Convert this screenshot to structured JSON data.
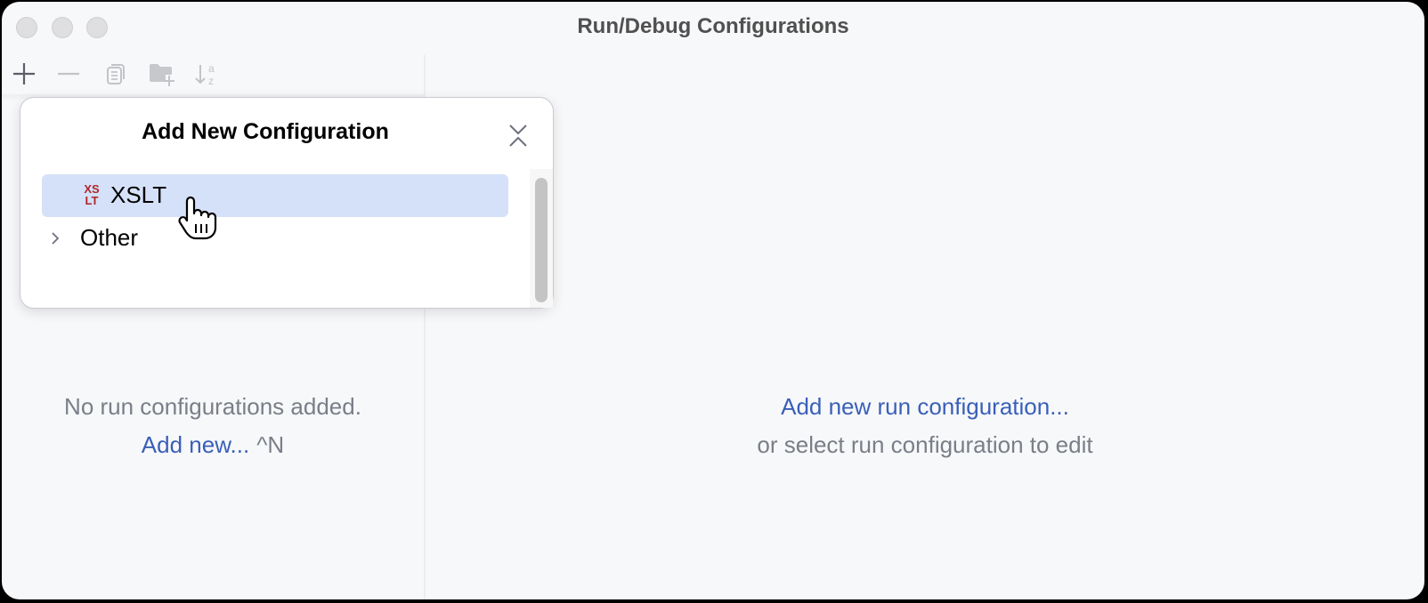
{
  "window": {
    "title": "Run/Debug Configurations"
  },
  "toolbar": {
    "buttons": [
      {
        "name": "add",
        "icon": "plus-icon",
        "enabled": true
      },
      {
        "name": "remove",
        "icon": "minus-icon",
        "enabled": false
      },
      {
        "name": "copy",
        "icon": "copy-icon",
        "enabled": false
      },
      {
        "name": "new-folder",
        "icon": "folder-plus-icon",
        "enabled": false
      },
      {
        "name": "sort",
        "icon": "sort-alpha-icon",
        "enabled": false
      }
    ]
  },
  "popup": {
    "title": "Add New Configuration",
    "items": [
      {
        "label": "XSLT",
        "icon": "xslt-icon",
        "icon_text_top": "XS",
        "icon_text_bottom": "LT",
        "selected": true
      },
      {
        "label": "Other",
        "icon": "chevron-right-icon",
        "expandable": true,
        "selected": false
      }
    ]
  },
  "left_empty": {
    "message": "No run configurations added.",
    "add_link": "Add new...",
    "shortcut": "^N"
  },
  "right_empty": {
    "link": "Add new run configuration...",
    "subtitle": "or select run configuration to edit"
  },
  "colors": {
    "link": "#3a5fb8",
    "selection": "#d5e1f8",
    "xslt_icon": "#b0262a",
    "muted_text": "#7a7e87",
    "background": "#f7f8fa"
  }
}
